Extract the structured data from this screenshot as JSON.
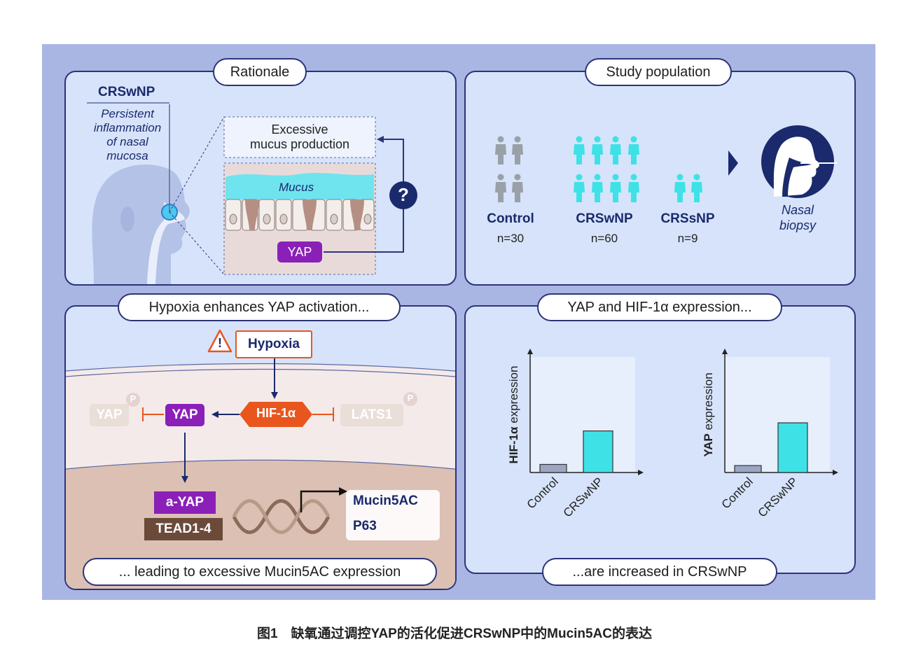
{
  "colors": {
    "frame": "#a9b6e3",
    "panel": "#d6e3fa",
    "outline": "#2b3479",
    "navy": "#1a2a6c",
    "teal": "#3ee2e6",
    "purple": "#8a20b8",
    "orange": "#e8561e",
    "gray_person": "#9aa0a8",
    "brown": "#6b4a3a"
  },
  "rationale": {
    "title": "Rationale",
    "crswnp": "CRSwNP",
    "desc": [
      "Persistent",
      "inflammation",
      "of nasal",
      "mucosa"
    ],
    "mucus_box": [
      "Excessive",
      "mucus production"
    ],
    "mucus": "Mucus",
    "yap": "YAP",
    "question": "?"
  },
  "study": {
    "title": "Study population",
    "groups": [
      {
        "label": "Control",
        "n": "n=30"
      },
      {
        "label": "CRSwNP",
        "n": "n=60"
      },
      {
        "label": "CRSsNP",
        "n": "n=9"
      }
    ],
    "biopsy": [
      "Nasal",
      "biopsy"
    ]
  },
  "hypoxia": {
    "title": "Hypoxia enhances YAP activation...",
    "warning": "!",
    "hypoxia": "Hypoxia",
    "hif": "HIF-1α",
    "yap": "YAP",
    "yap_faded": "YAP",
    "lats1": "LATS1",
    "p": "P",
    "ayap": "a-YAP",
    "tead": "TEAD1-4",
    "targets": [
      "Mucin5AC",
      "P63"
    ],
    "footer": "... leading to excessive Mucin5AC expression"
  },
  "expression": {
    "title": "YAP and HIF-1α expression...",
    "footer": "...are increased in CRSwNP",
    "icon": "bar-chart-icon"
  },
  "chart_data": [
    {
      "type": "bar",
      "categories": [
        "Control",
        "CRSwNP"
      ],
      "values": [
        0.07,
        0.36
      ],
      "ylabel": "HIF-1α expression",
      "ylim": [
        0,
        1
      ],
      "colors": [
        "#9aa6c4",
        "#3ee2e6"
      ]
    },
    {
      "type": "bar",
      "categories": [
        "Control",
        "CRSwNP"
      ],
      "values": [
        0.06,
        0.43
      ],
      "ylabel": "YAP expression",
      "ylim": [
        0,
        1
      ],
      "colors": [
        "#9aa6c4",
        "#3ee2e6"
      ]
    }
  ],
  "caption": "图1　缺氧通过调控YAP的活化促进CRSwNP中的Mucin5AC的表达"
}
